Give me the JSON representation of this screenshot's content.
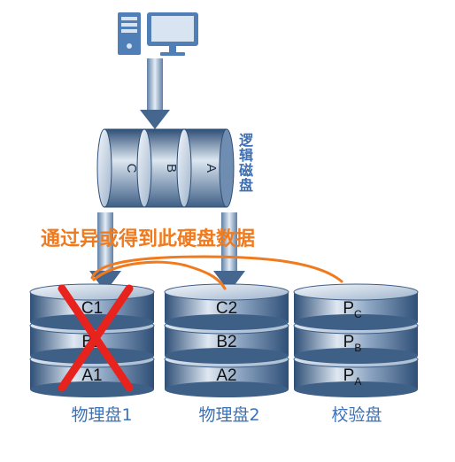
{
  "logical_disk": {
    "label": "逻辑磁盘",
    "segments": [
      "C",
      "B",
      "A"
    ]
  },
  "headline": "通过异或得到此硬盘数据",
  "physical_disks": [
    {
      "name": "物理盘1",
      "layers": [
        "C1",
        "B1",
        "A1"
      ],
      "failed": true
    },
    {
      "name": "物理盘2",
      "layers": [
        "C2",
        "B2",
        "A2"
      ],
      "failed": false
    }
  ],
  "parity_disk": {
    "name": "校验盘",
    "layers": [
      {
        "base": "P",
        "sub": "C"
      },
      {
        "base": "P",
        "sub": "B"
      },
      {
        "base": "P",
        "sub": "A"
      }
    ]
  },
  "colors": {
    "disk_blue": "#3e5f86",
    "label_blue": "#3b72b9",
    "accent_orange": "#f07a1e",
    "fail_red": "#e8231d"
  }
}
